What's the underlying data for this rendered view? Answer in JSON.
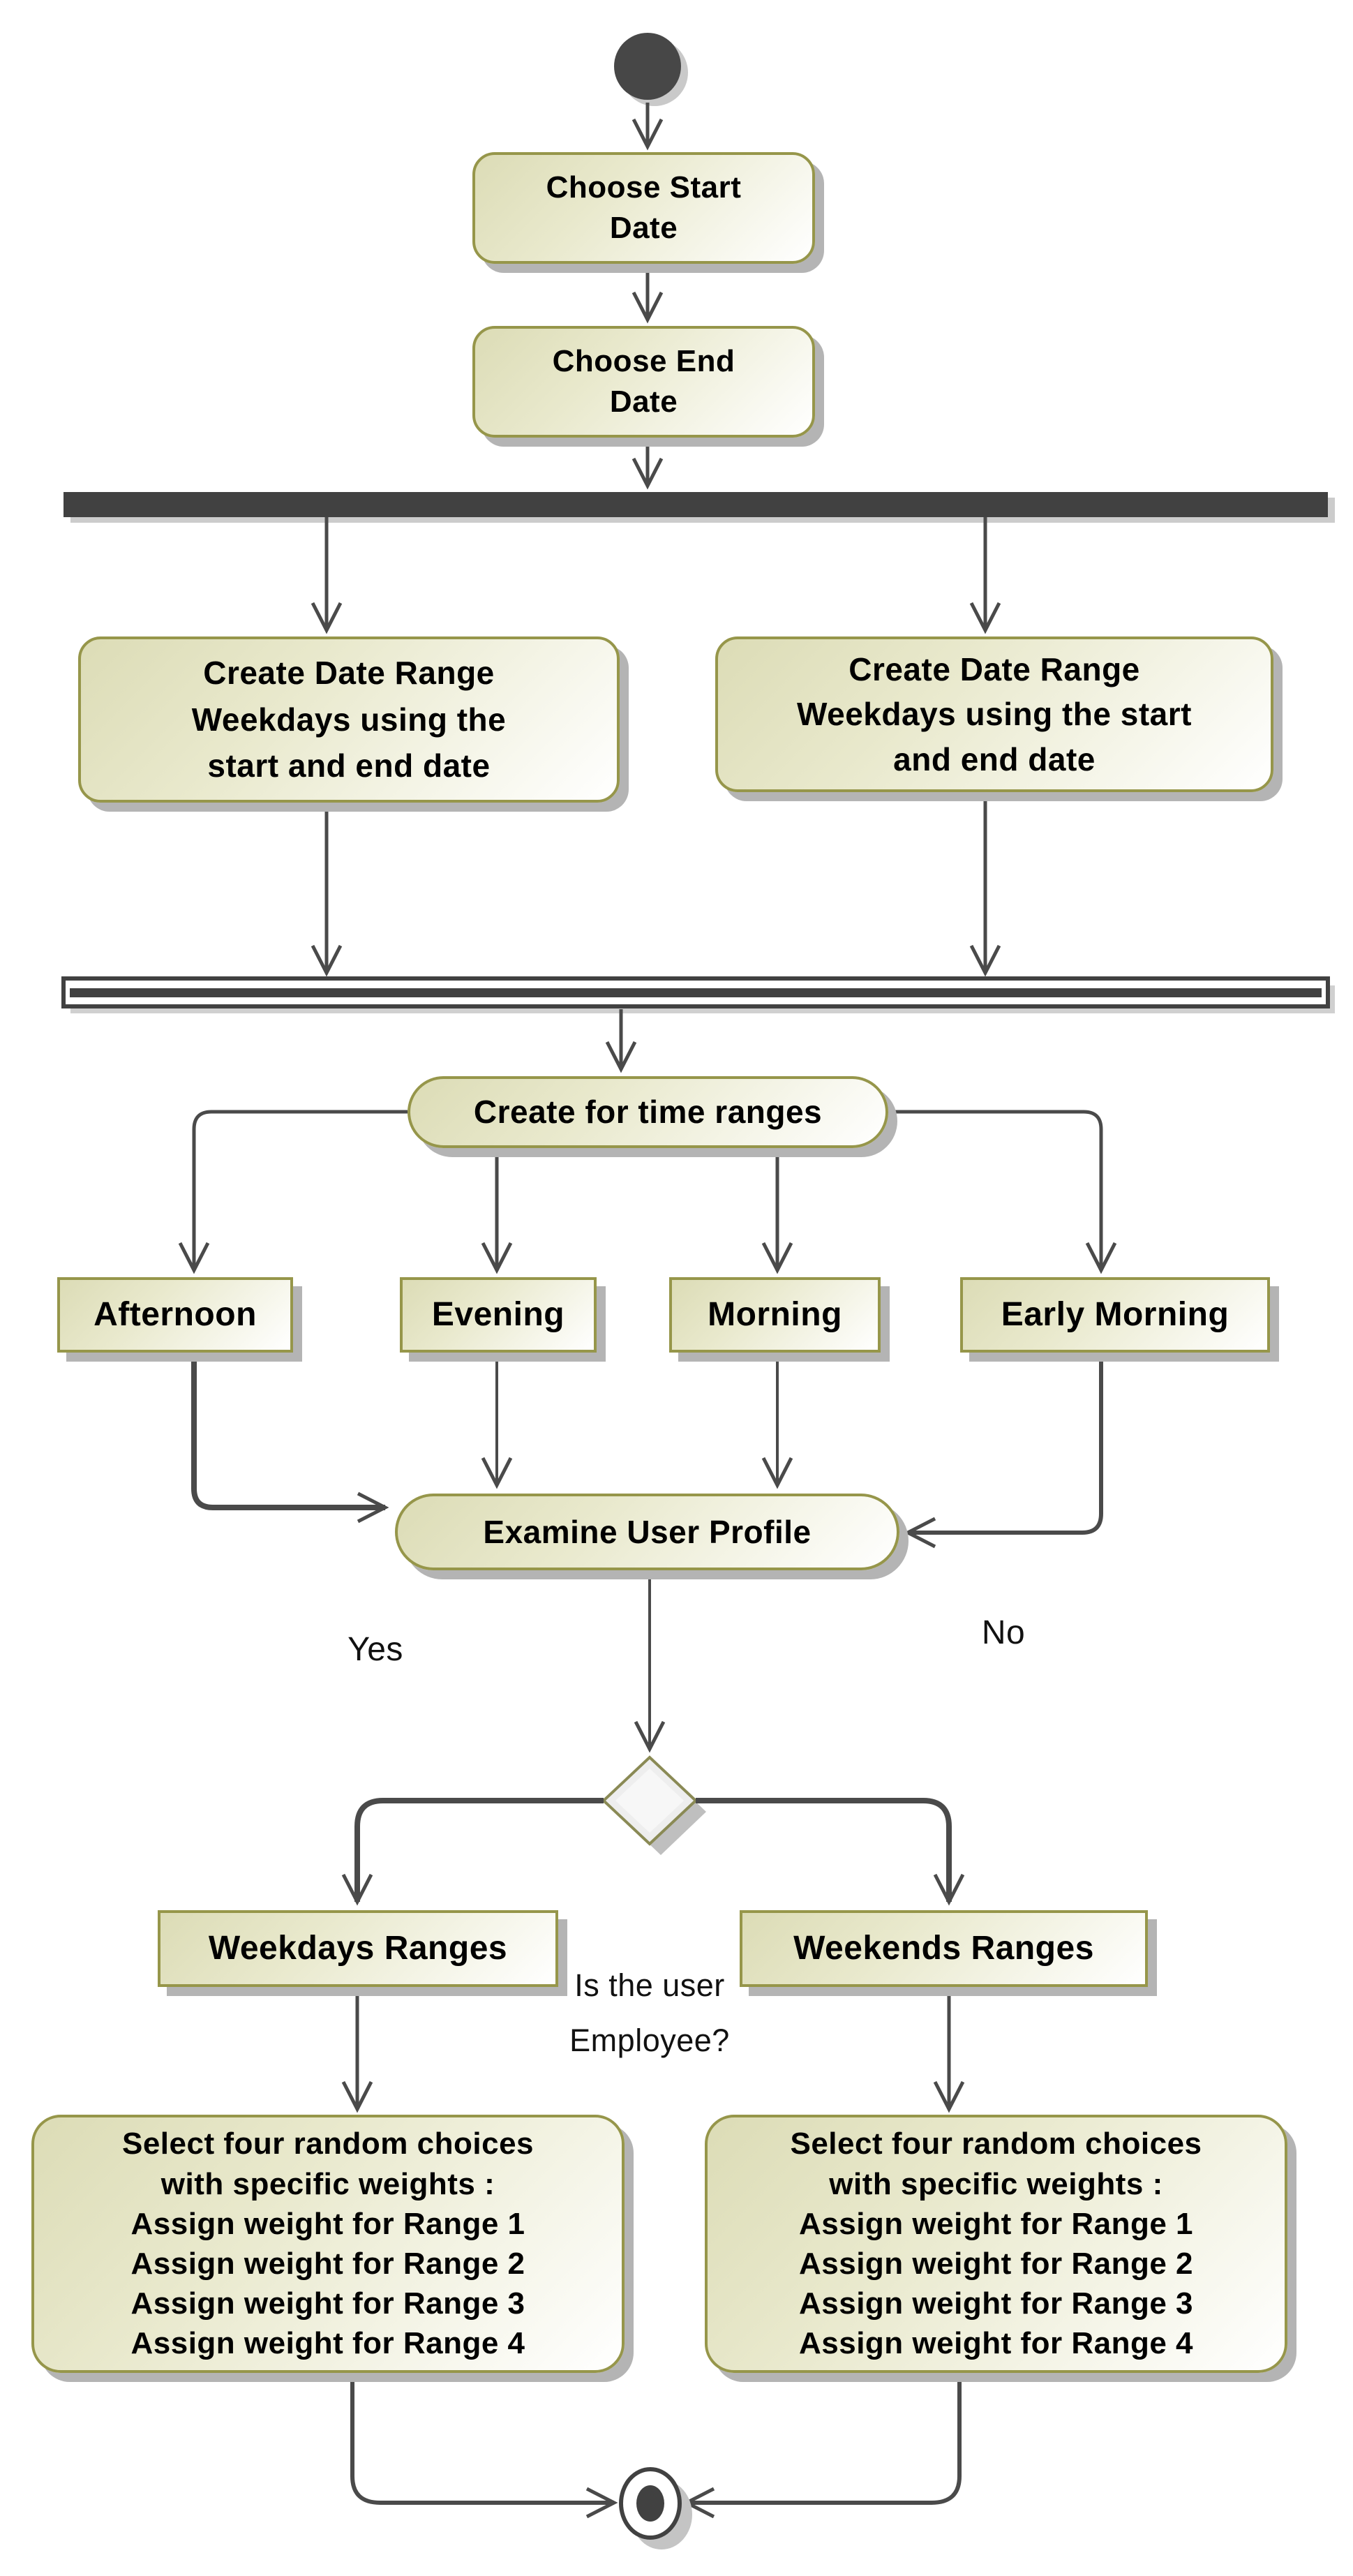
{
  "diagram_type": "uml-activity-diagram",
  "colors": {
    "line": "#4a4a4a",
    "bar": "#414141",
    "border": "#96964a",
    "shadow": "#b4b4b4",
    "fill-start": "#dcdcb6",
    "fill-end": "#ffffff",
    "text": "#000000"
  },
  "nodes": {
    "choose_start": {
      "lines": [
        "Choose Start",
        "Date"
      ]
    },
    "choose_end": {
      "lines": [
        "Choose End",
        "Date"
      ]
    },
    "create_range_left": {
      "lines": [
        "Create Date Range",
        "Weekdays using the",
        "start and end date"
      ]
    },
    "create_range_right": {
      "lines": [
        "Create Date Range",
        "Weekdays using the start",
        "and end date"
      ]
    },
    "create_time_ranges": {
      "label": "Create for time ranges"
    },
    "afternoon": {
      "label": "Afternoon"
    },
    "evening": {
      "label": "Evening"
    },
    "morning": {
      "label": "Morning"
    },
    "early_morning": {
      "label": "Early Morning"
    },
    "examine_profile": {
      "label": "Examine User Profile"
    },
    "weekdays_ranges": {
      "label": "Weekdays Ranges"
    },
    "weekends_ranges": {
      "label": "Weekends Ranges"
    },
    "select_left": {
      "lines": [
        "Select four random choices",
        "with specific weights :",
        "Assign weight for Range 1",
        "Assign weight for Range 2",
        "Assign weight for Range 3",
        "Assign weight for Range 4"
      ]
    },
    "select_right": {
      "lines": [
        "Select four random choices",
        "with specific weights :",
        "Assign weight for Range 1",
        "Assign weight for Range 2",
        "Assign weight for Range 3",
        "Assign weight for Range 4"
      ]
    }
  },
  "edge_labels": {
    "yes": "Yes",
    "no": "No",
    "question": {
      "lines": [
        "Is the user",
        "Employee?"
      ]
    }
  }
}
